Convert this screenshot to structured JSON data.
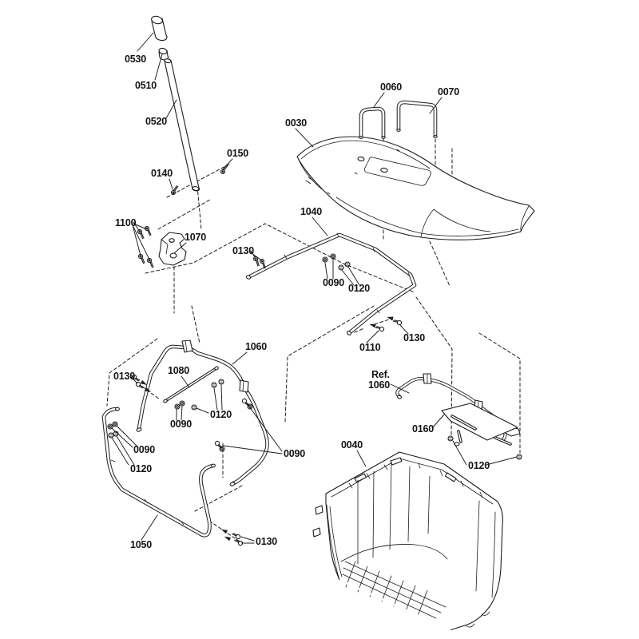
{
  "colors": {
    "ink": "#1c1c1c",
    "background": "#ffffff"
  },
  "labels": [
    {
      "text": "0530"
    },
    {
      "text": "0510"
    },
    {
      "text": "0520"
    },
    {
      "text": "0150"
    },
    {
      "text": "0140"
    },
    {
      "text": "1100"
    },
    {
      "text": "1070"
    },
    {
      "text": "0130"
    },
    {
      "text": "0030"
    },
    {
      "text": "0060"
    },
    {
      "text": "0070"
    },
    {
      "text": "1040"
    },
    {
      "text": "0090"
    },
    {
      "text": "0120"
    },
    {
      "text": "0110"
    },
    {
      "text": "0130"
    },
    {
      "text": "1060"
    },
    {
      "text": "1080"
    },
    {
      "text": "0130"
    },
    {
      "text": "0120"
    },
    {
      "text": "0090"
    },
    {
      "text": "0090"
    },
    {
      "text": "0120"
    },
    {
      "text": "0090"
    },
    {
      "text": "Ref."
    },
    {
      "text": "1060"
    },
    {
      "text": "0160"
    },
    {
      "text": "0120"
    },
    {
      "text": "0040"
    },
    {
      "text": "1050"
    },
    {
      "text": "0130"
    }
  ]
}
